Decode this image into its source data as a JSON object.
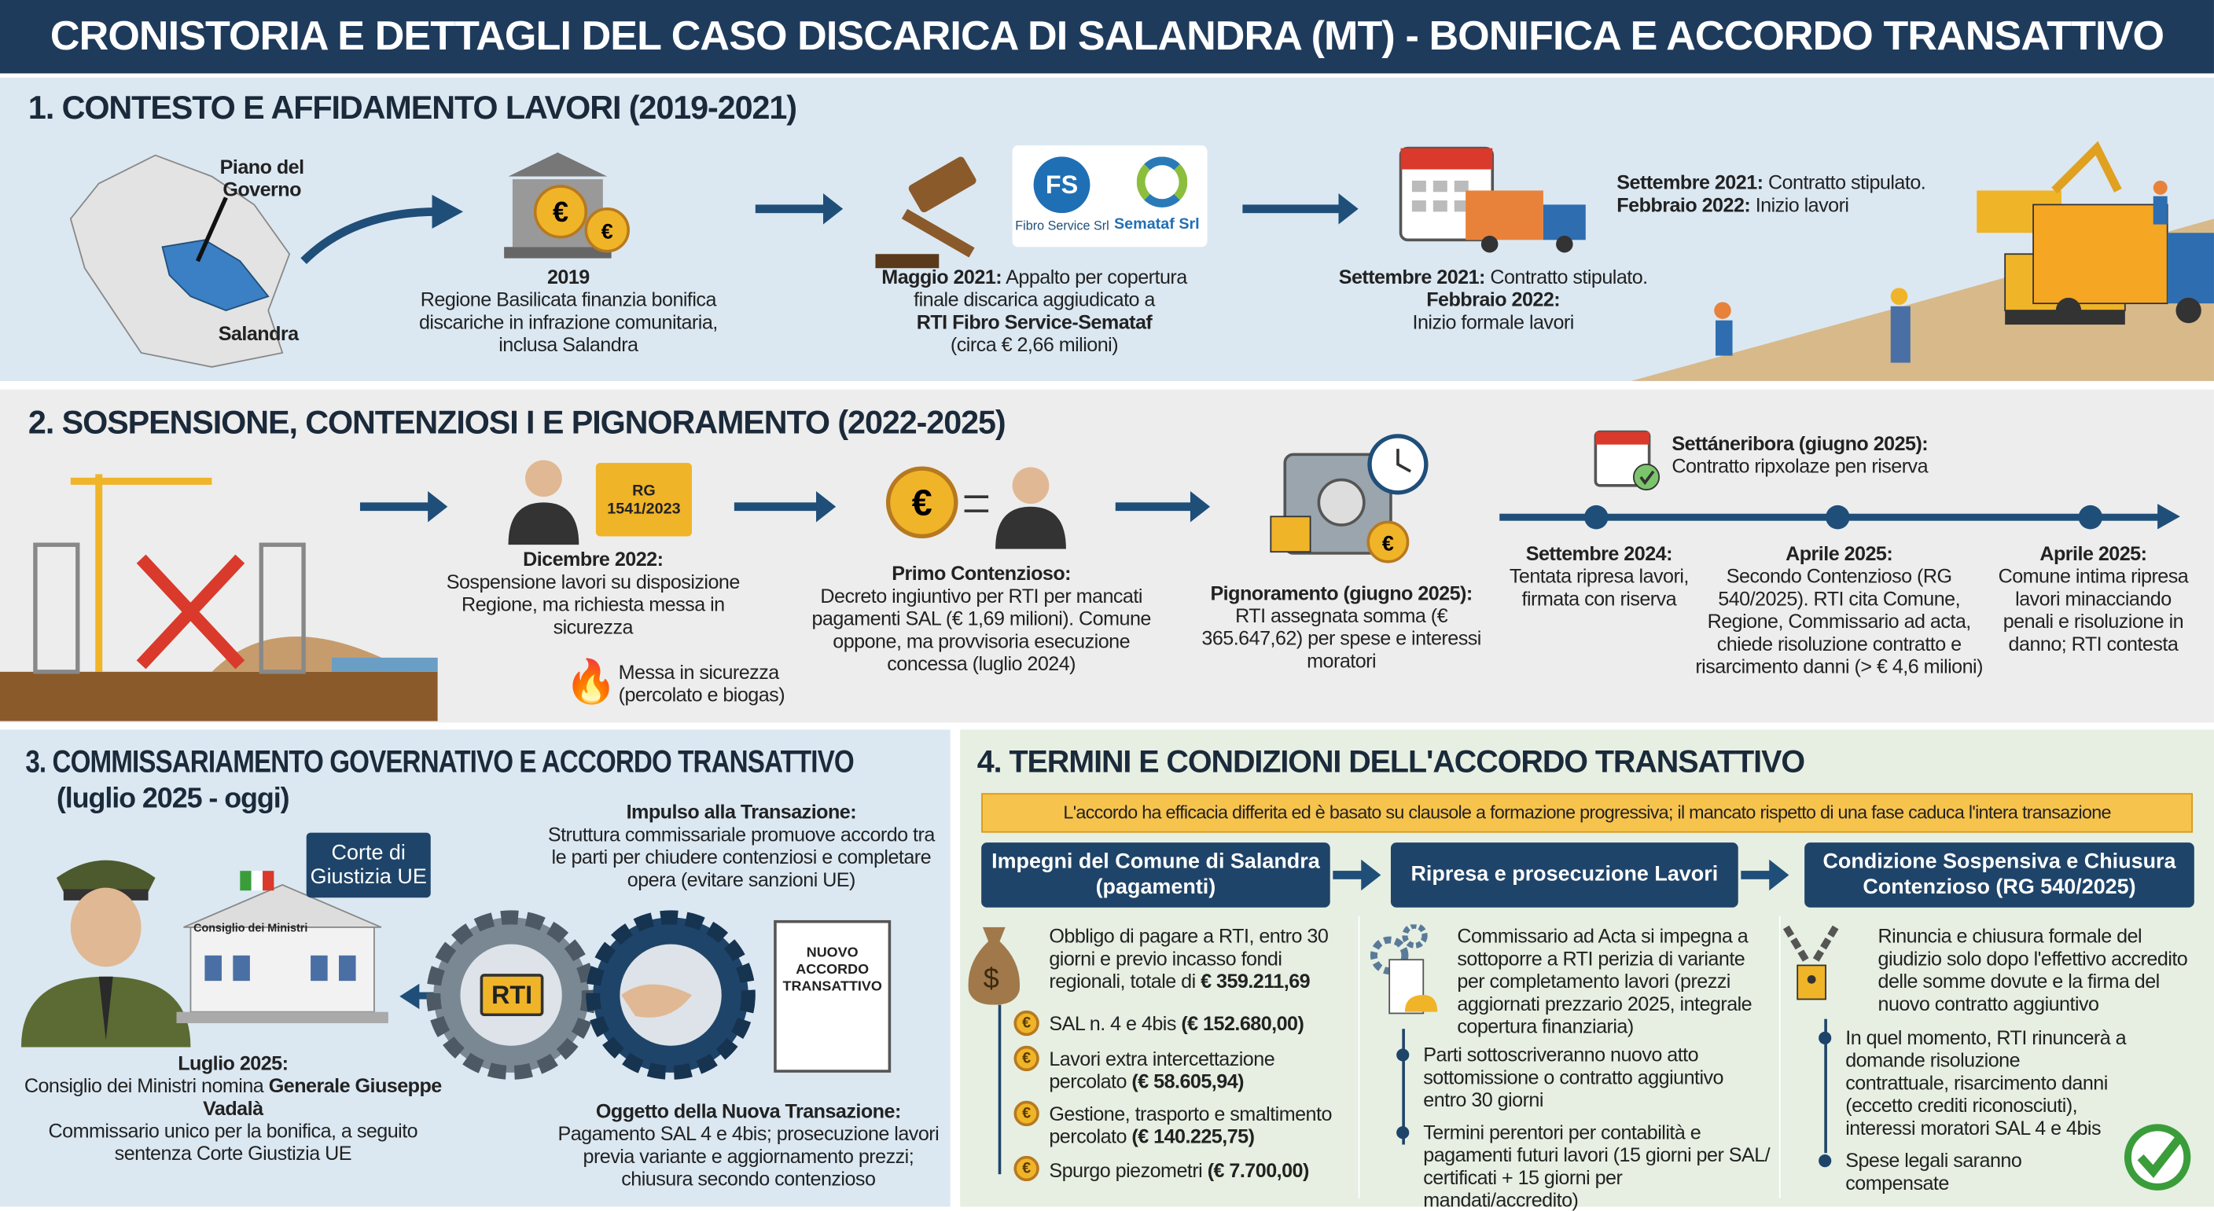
{
  "title": "CRONISTORIA E DETTAGLI DEL CASO DISCARICA DI SALANDRA (MT) - BONIFICA E ACCORDO TRANSATTIVO",
  "s1": {
    "title": "1. CONTESTO E AFFIDAMENTO LAVORI (2019-2021)",
    "map_label1": "Piano del Governo",
    "map_label2": "Salandra",
    "e1_bold": "2019",
    "e1_text": "Regione Basilicata finanzia bonifica discariche in infrazione comunitaria, inclusa Salandra",
    "logo1": "Fibro Service Srl",
    "logo1_abbr": "FS",
    "logo2": "Semataf Srl",
    "e2_bold": "Maggio 2021:",
    "e2_text": "Appalto per copertura finale discarica aggiudicato a",
    "e2_bold2": "RTI Fibro Service-Semataf",
    "e2_text2": "(circa € 2,66 milioni)",
    "e3_bold": "Settembre 2021:",
    "e3_text": "Contratto stipulato.",
    "e3_bold2": "Febbraio 2022:",
    "e3_text2": "Inizio formale lavori",
    "e4_bold": "Settembre 2021:",
    "e4_text": "Contratto stipulato.",
    "e4_bold2": "Febbraio 2022:",
    "e4_text2": "Inizio lavori"
  },
  "s2": {
    "title": "2. SOSPENSIONE, CONTENZIOSI I E PIGNORAMENTO (2022-2025)",
    "folder": "RG 1541/2023",
    "e1_bold": "Dicembre 2022:",
    "e1_text": "Sospensione lavori su disposizione Regione, ma richiesta messa in sicurezza",
    "fire_text": "Messa in sicurezza (percolato e biogas)",
    "e2_bold": "Primo Contenzioso:",
    "e2_text": "Decreto ingiuntivo per RTI per mancati pagamenti SAL (€ 1,69 milioni). Comune oppone, ma provvisoria esecuzione concessa (luglio 2024)",
    "e3_bold": "Pignoramento (giugno 2025):",
    "e3_text": "RTI assegnata somma (€ 365.647,62) per spese e interessi moratori",
    "cal_bold": "Settáneribora (giugno 2025):",
    "cal_text": "Contratto ripxolaze pen riserva",
    "t1_bold": "Settembre 2024:",
    "t1_text": "Tentata ripresa lavori, firmata con riserva",
    "t2_bold": "Aprile 2025:",
    "t2_text": "Secondo Contenzioso (RG 540/2025). RTI cita Comune, Regione, Commissario ad acta, chiede risoluzione contratto e risarcimento danni (> € 4,6 milioni)",
    "t3_bold": "Aprile 2025:",
    "t3_text": "Comune intima ripresa lavori minacciando penali e risoluzione in danno; RTI contesta"
  },
  "s3": {
    "title": "3. COMMISSARIAMENTO GOVERNATIVO E ACCORDO TRANSATTIVO",
    "subtitle": "(luglio 2025 - oggi)",
    "bubble": "Corte di Giustizia UE",
    "building": "Consiglio dei Ministri",
    "gear": "RTI",
    "doc": "NUOVO ACCORDO TRANSATTIVO",
    "imp_bold": "Impulso alla Transazione:",
    "imp_text": "Struttura commissariale promuove accordo tra le parti per chiudere contenziosi e completare opera (evitare sanzioni UE)",
    "lug_bold": "Luglio 2025:",
    "lug_text1": "Consiglio dei Ministri nomina",
    "lug_name": "Generale Giuseppe Vadalà",
    "lug_text2": "Commissario unico per la bonifica, a seguito sentenza Corte Giustizia UE",
    "ogg_bold": "Oggetto della Nuova Transazione:",
    "ogg_text": "Pagamento SAL 4 e 4bis; prosecuzione lavori previa variante e aggiornamento prezzi; chiusura secondo contenzioso"
  },
  "s4": {
    "title": "4. TERMINI E CONDIZIONI DELL'ACCORDO TRANSATTIVO",
    "banner": "L'accordo ha efficacia differita ed è basato su clausole a formazione progressiva; il mancato rispetto di una fase caduca l'intera transazione",
    "col1": {
      "header": "Impegni del Comune di Salandra (pagamenti)",
      "intro": "Obbligo di pagare a RTI, entro 30 giorni e previo incasso fondi regionali, totale di",
      "intro_bold": "€ 359.211,69",
      "items": [
        {
          "text": "SAL n. 4 e 4bis",
          "amount": "(€ 152.680,00)"
        },
        {
          "text": "Lavori extra intercettazione percolato",
          "amount": "(€ 58.605,94)"
        },
        {
          "text": "Gestione, trasporto e smaltimento percolato",
          "amount": "(€ 140.225,75)"
        },
        {
          "text": "Spurgo piezometri",
          "amount": "(€ 7.700,00)"
        }
      ]
    },
    "col2": {
      "header": "Ripresa e prosecuzione Lavori",
      "intro": "Commissario ad Acta si impegna a sottoporre a RTI perizia di variante per completamento lavori (prezzi aggiornati prezzario 2025, integrale copertura finanziaria)",
      "items": [
        "Parti sottoscriveranno nuovo atto sottomissione o contratto aggiuntivo entro 30 giorni",
        "Termini perentori per contabilità e pagamenti futuri lavori (15 giorni per SAL/ certificati + 15 giorni per mandati/accredito)"
      ]
    },
    "col3": {
      "header": "Condizione Sospensiva e Chiusura Contenzioso (RG 540/2025)",
      "intro": "Rinuncia e chiusura formale del giudizio solo dopo l'effettivo accredito delle somme dovute e la firma del nuovo contratto aggiuntivo",
      "items": [
        "In quel momento, RTI rinuncerà a domande risoluzione contrattuale, risarcimento danni (eccetto crediti riconosciuti), interessi moratori SAL 4 e 4bis",
        "Spese legali saranno compensate"
      ]
    }
  },
  "colors": {
    "navy": "#1f3b5c",
    "accent": "#f0b429",
    "green": "#3a9d3a",
    "red": "#d93a2b"
  }
}
